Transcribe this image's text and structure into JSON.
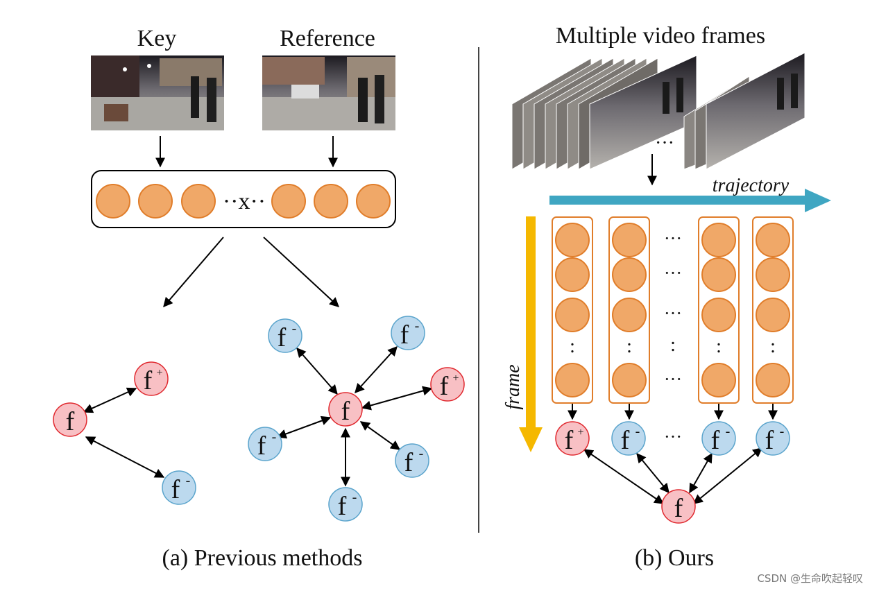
{
  "panel_a": {
    "key_label": "Key",
    "reference_label": "Reference",
    "cross_symbol": "··x··",
    "caption": "(a) Previous methods",
    "node_f": "f",
    "node_pos": "f",
    "node_neg": "f",
    "pos_sup": "+",
    "neg_sup": "-"
  },
  "panel_b": {
    "title": "Multiple video frames",
    "ellipsis": "···",
    "trajectory_label": "trajectory",
    "frame_label": "frame",
    "caption": "(b) Ours",
    "vdots": ":",
    "node_f": "f",
    "pos_sup": "+",
    "neg_sup": "-"
  },
  "colors": {
    "feature_fill": "#f0a868",
    "feature_stroke": "#e07d2a",
    "anchor_fill": "#f8c0c4",
    "anchor_stroke": "#e0282e",
    "negative_fill": "#bcd9ee",
    "negative_stroke": "#5aa4cc",
    "trajectory_arrow": "#3fa6c2",
    "frame_arrow": "#f5b800",
    "column_stroke": "#e07d2a"
  },
  "watermark": "CSDN @生命吹起轻叹"
}
